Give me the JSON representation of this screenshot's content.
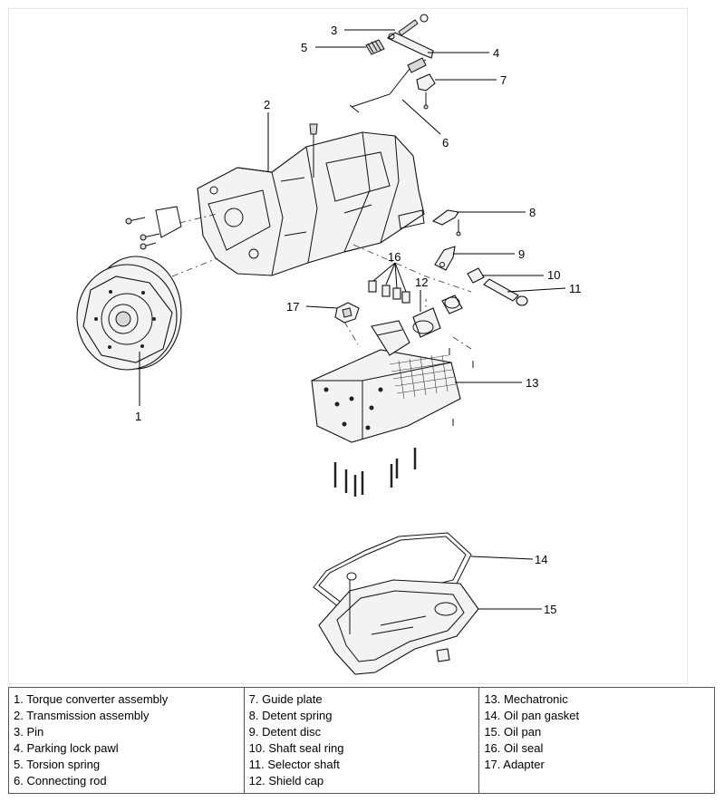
{
  "callouts": [
    "1",
    "2",
    "3",
    "4",
    "5",
    "6",
    "7",
    "8",
    "9",
    "10",
    "11",
    "12",
    "13",
    "14",
    "15",
    "16",
    "17"
  ],
  "legend": {
    "columns": [
      [
        "1. Torque converter assembly",
        "2. Transmission assembly",
        "3. Pin",
        "4. Parking lock pawl",
        "5. Torsion spring",
        "6. Connecting rod"
      ],
      [
        "7. Guide plate",
        "8. Detent spring",
        "9. Detent disc",
        "10. Shaft seal ring",
        "11. Selector shaft",
        "12. Shield cap"
      ],
      [
        "13. Mechatronic",
        "14. Oil pan gasket",
        "15. Oil pan",
        "16. Oil seal",
        "17. Adapter"
      ]
    ]
  }
}
